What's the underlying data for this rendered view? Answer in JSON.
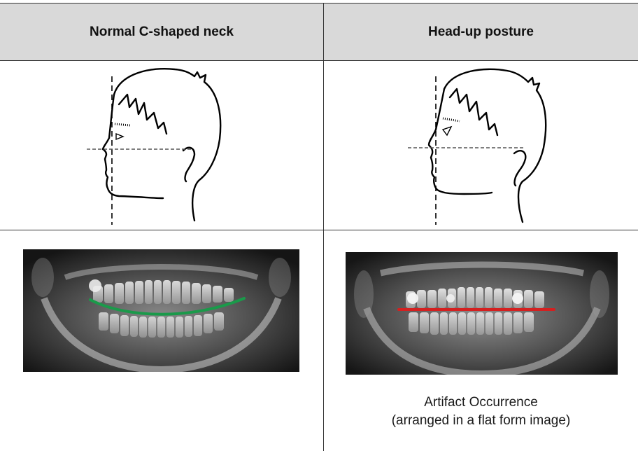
{
  "table": {
    "columns": [
      {
        "header": "Normal C-shaped neck"
      },
      {
        "header": "Head-up posture"
      }
    ]
  },
  "caption": {
    "line1": "Artifact Occurrence",
    "line2": "(arranged in a flat form image)"
  },
  "colors": {
    "header_bg": "#d9d9d9",
    "normal_arch_line": "#1a9a4a",
    "artifact_line": "#d42020",
    "grid_line": "#333333"
  },
  "icons": [
    "head-profile-normal-icon",
    "head-profile-tilted-icon",
    "panoramic-xray-normal",
    "panoramic-xray-flat"
  ]
}
